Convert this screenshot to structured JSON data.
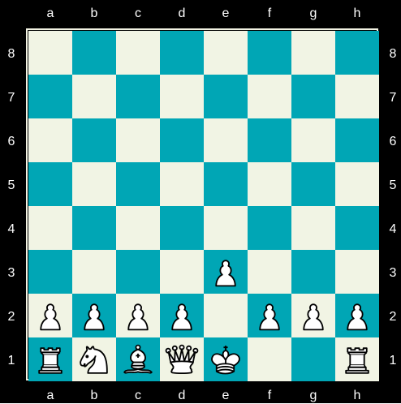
{
  "files": [
    "a",
    "b",
    "c",
    "d",
    "e",
    "f",
    "g",
    "h"
  ],
  "ranks": [
    "8",
    "7",
    "6",
    "5",
    "4",
    "3",
    "2",
    "1"
  ],
  "colors": {
    "frame": "#000000",
    "light_square": "#f1f4e4",
    "dark_square": "#00a6b5",
    "piece_fill": "#ffffff",
    "piece_outline": "#000000"
  },
  "pieces": [
    {
      "square": "e3",
      "type": "pawn",
      "color": "white"
    },
    {
      "square": "a2",
      "type": "pawn",
      "color": "white"
    },
    {
      "square": "b2",
      "type": "pawn",
      "color": "white"
    },
    {
      "square": "c2",
      "type": "pawn",
      "color": "white"
    },
    {
      "square": "d2",
      "type": "pawn",
      "color": "white"
    },
    {
      "square": "f2",
      "type": "pawn",
      "color": "white"
    },
    {
      "square": "g2",
      "type": "pawn",
      "color": "white"
    },
    {
      "square": "h2",
      "type": "pawn",
      "color": "white"
    },
    {
      "square": "a1",
      "type": "rook",
      "color": "white"
    },
    {
      "square": "b1",
      "type": "knight",
      "color": "white"
    },
    {
      "square": "c1",
      "type": "bishop",
      "color": "white"
    },
    {
      "square": "d1",
      "type": "queen",
      "color": "white"
    },
    {
      "square": "e1",
      "type": "king",
      "color": "white"
    },
    {
      "square": "h1",
      "type": "rook",
      "color": "white"
    }
  ]
}
